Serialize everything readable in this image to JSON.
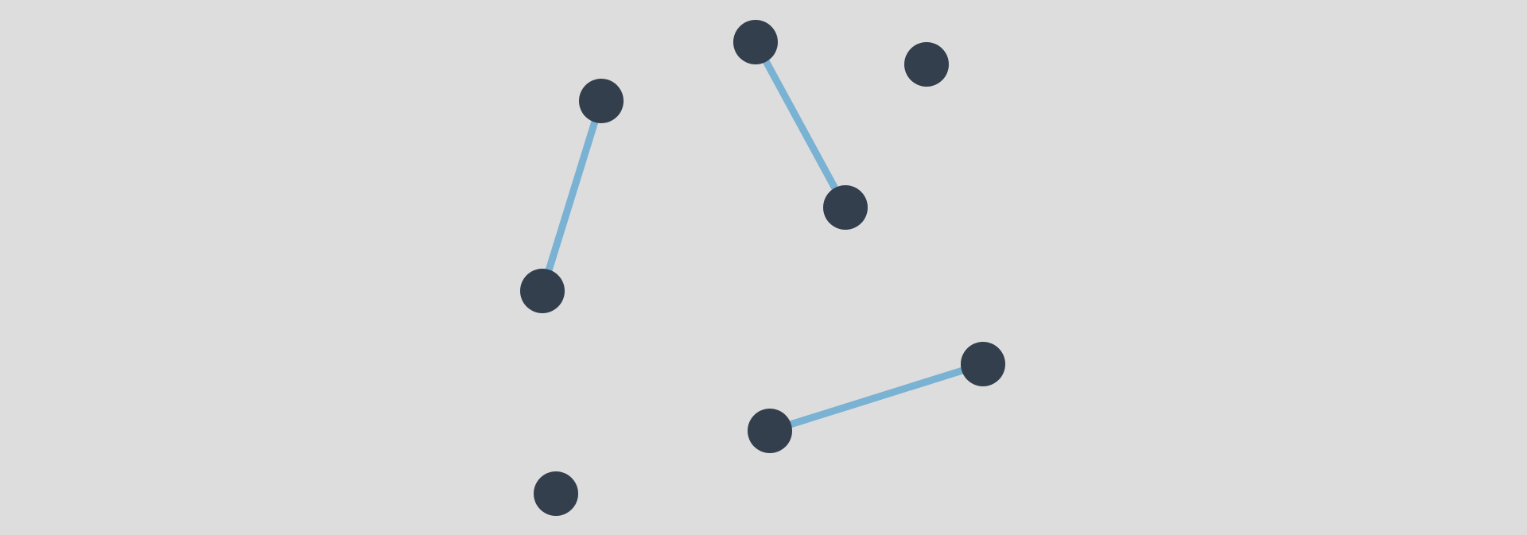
{
  "colors": {
    "background": "#dddddd",
    "node_fill": "#333f4c",
    "edge_stroke": "#7ab2d3"
  },
  "nodes": [
    {
      "id": "n1"
    },
    {
      "id": "n2"
    },
    {
      "id": "n3"
    },
    {
      "id": "n4"
    },
    {
      "id": "n5"
    },
    {
      "id": "n6"
    },
    {
      "id": "n7"
    },
    {
      "id": "n8"
    },
    {
      "id": "n9"
    }
  ],
  "edges": [
    {
      "from": "n1",
      "to": "n2"
    },
    {
      "from": "n3",
      "to": "n4"
    },
    {
      "from": "n5",
      "to": "n6"
    }
  ]
}
